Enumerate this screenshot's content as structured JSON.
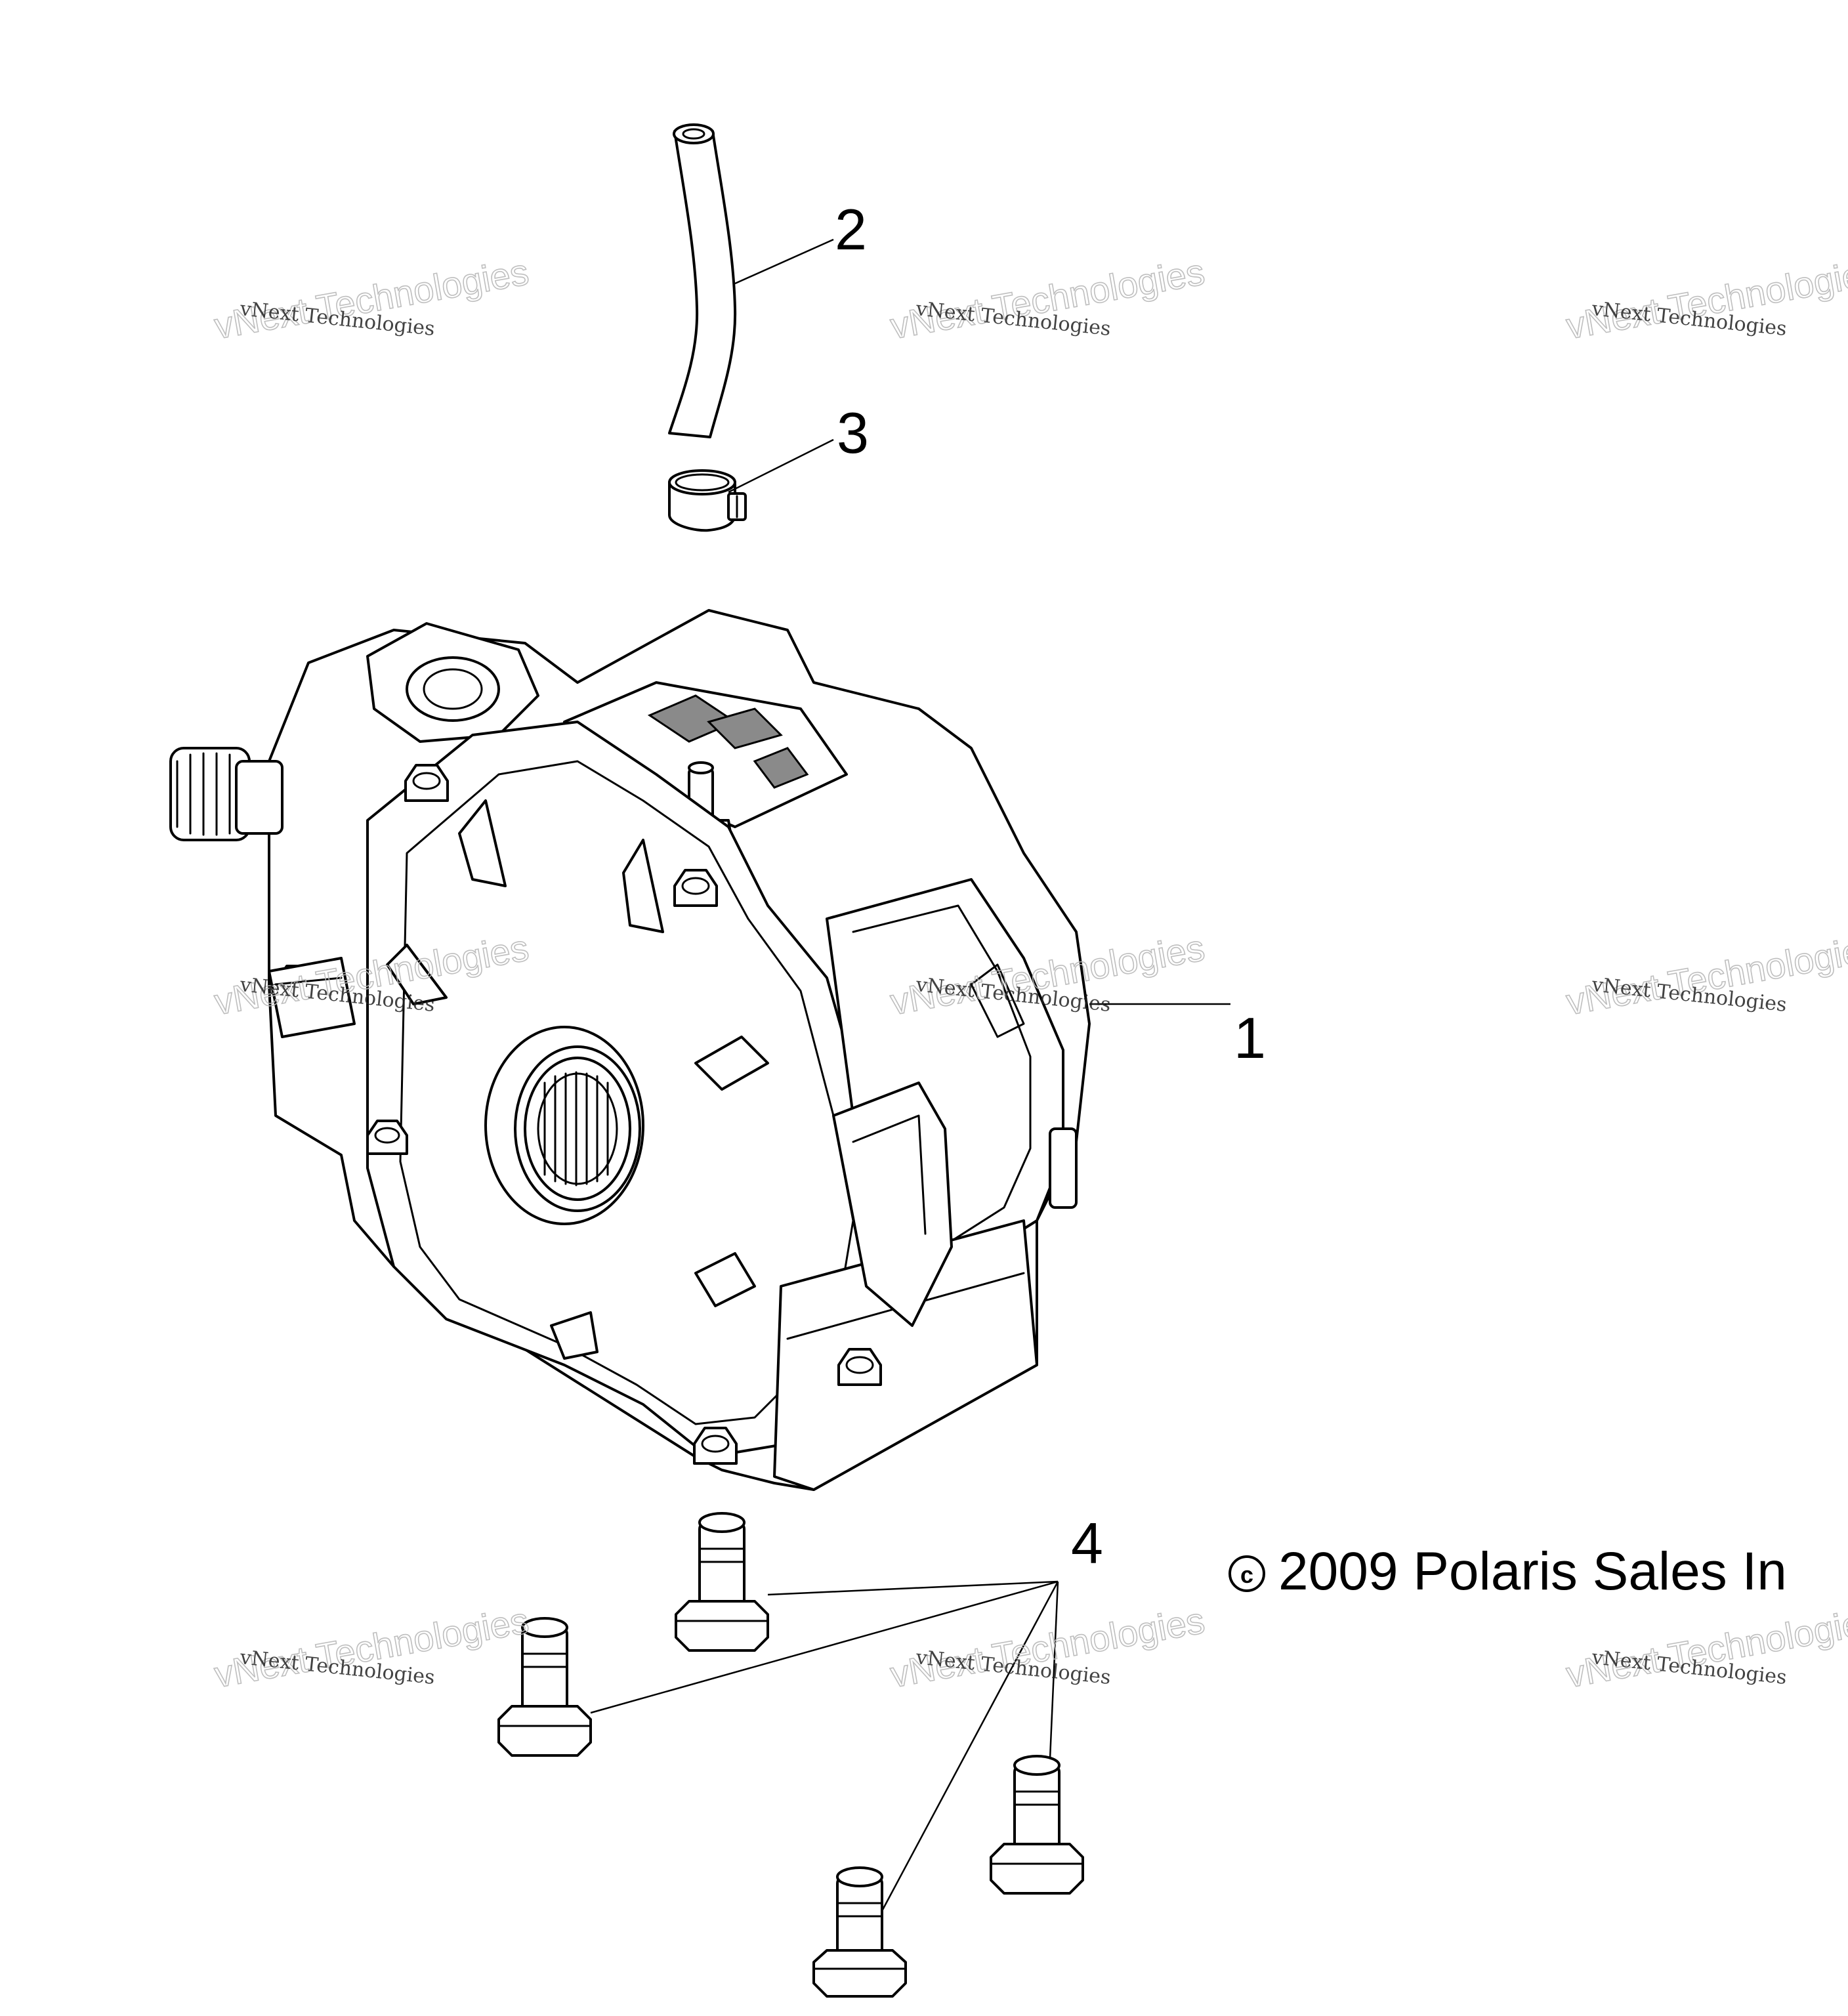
{
  "diagram": {
    "callouts": [
      {
        "id": "1",
        "label": "1"
      },
      {
        "id": "2",
        "label": "2"
      },
      {
        "id": "3",
        "label": "3"
      },
      {
        "id": "4",
        "label": "4"
      }
    ],
    "copyright_symbol": "c",
    "copyright_text": "2009 Polaris Sales In",
    "watermark": {
      "line1": "vNext Technologies",
      "line2": "vNext Technologies"
    }
  },
  "colors": {
    "ink": "#000000",
    "background": "#ffffff",
    "watermark_outline": "#b8b8b8"
  }
}
